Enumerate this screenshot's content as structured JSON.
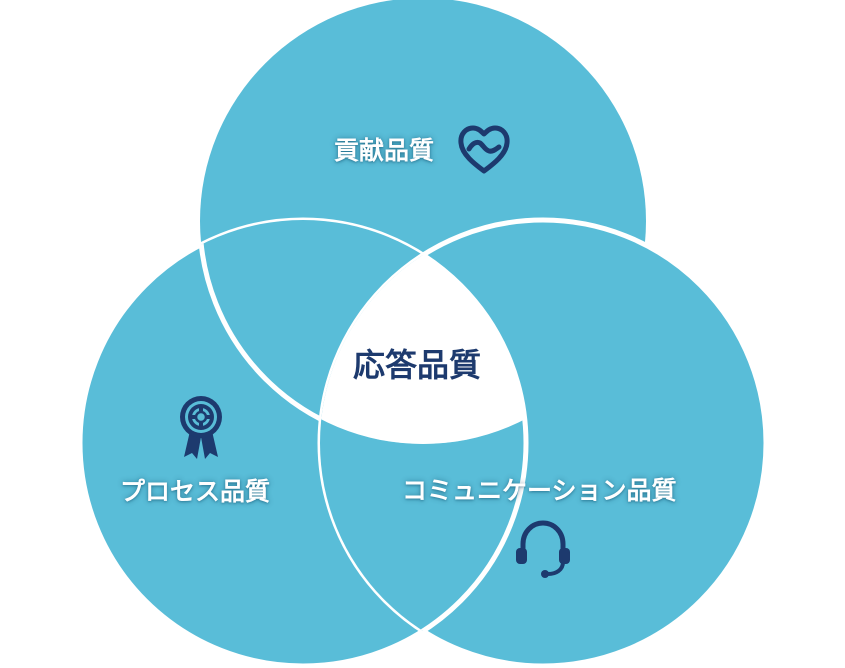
{
  "diagram": {
    "circles": [
      {
        "label": "貢献品質",
        "icon": "heart-icon"
      },
      {
        "label": "プロセス品質",
        "icon": "award-ribbon-icon"
      },
      {
        "label": "コミュニケーション品質",
        "icon": "headset-icon"
      }
    ],
    "center_label": "応答品質",
    "colors": {
      "circle_fill": "#59bdd8",
      "ring": "#ffffff",
      "icon": "#1d3a6e",
      "center_text": "#1d3a6e",
      "circle_text": "#ffffff"
    }
  }
}
